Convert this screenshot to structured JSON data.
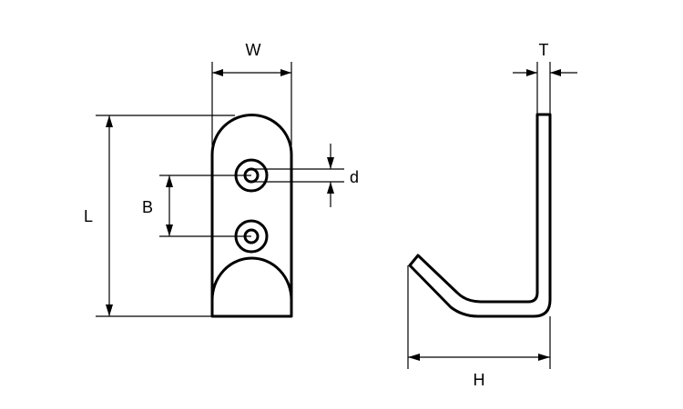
{
  "labels": {
    "width": "W",
    "length": "L",
    "hole_pitch": "B",
    "hole_diameter": "d",
    "thickness": "T",
    "height": "H"
  },
  "colors": {
    "line": "#000000",
    "background": "#ffffff"
  }
}
